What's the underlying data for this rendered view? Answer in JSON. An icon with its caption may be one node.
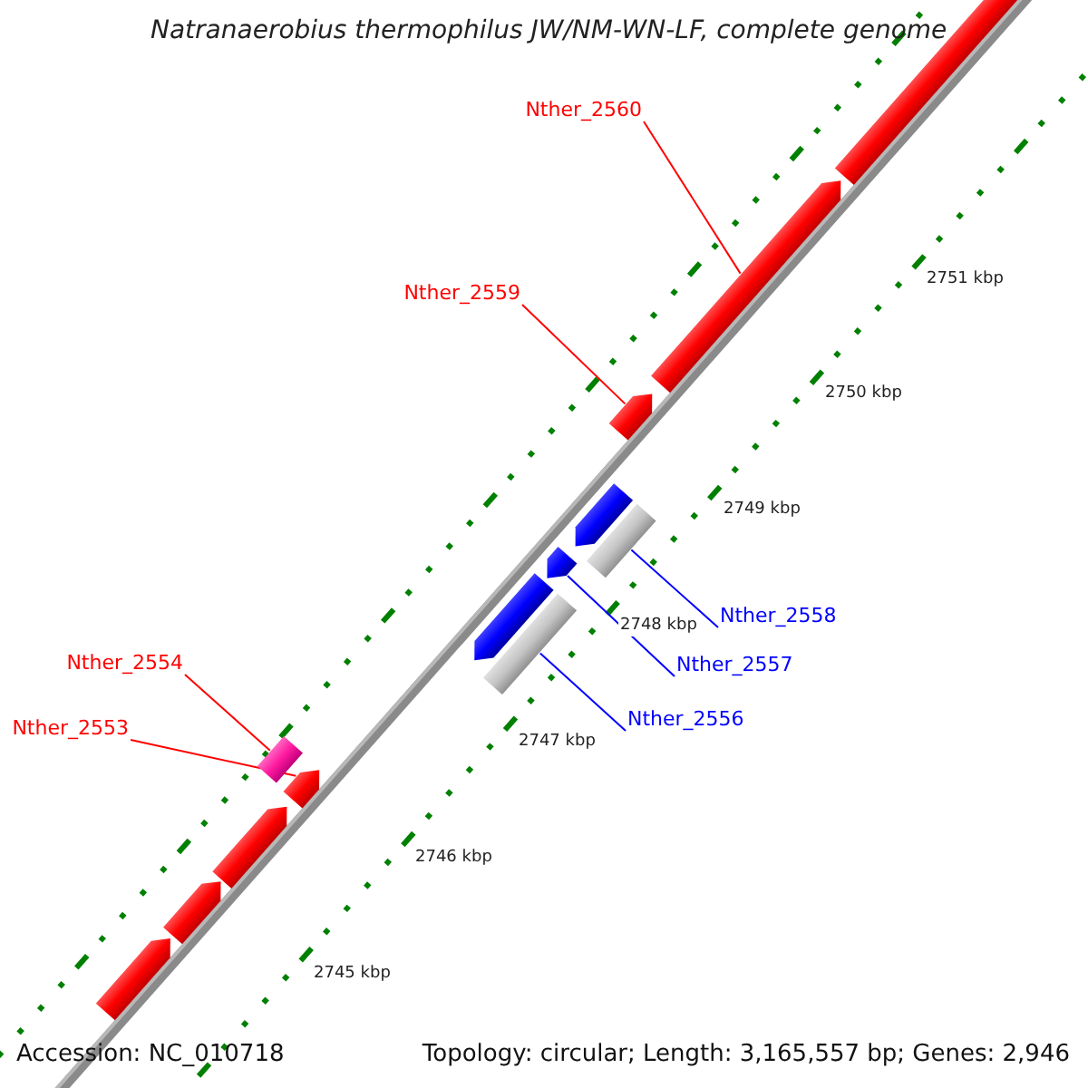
{
  "diagram": {
    "title": "Natranaerobius thermophilus JW/NM-WN-LF, complete genome",
    "nodes": [
      {
        "text": [
          "Nther_2560"
        ]
      },
      {
        "text": [
          "Nther_2559"
        ]
      },
      {
        "text": [
          "Nther_2558"
        ]
      },
      {
        "text": [
          "Nther_2554"
        ]
      },
      {
        "text": [
          "Nther_2557"
        ]
      },
      {
        "text": [
          "Nther_2553"
        ]
      },
      {
        "text": [
          "Nther_2556"
        ]
      },
      {
        "text": [],
        "shape": "pentagon"
      },
      {
        "text": [],
        "shape": "pentagon"
      },
      {
        "text": [],
        "shape": "pentagon"
      },
      {
        "text": [],
        "shape": "pentagon"
      },
      {
        "text": [],
        "shape": "bar"
      },
      {
        "text": [],
        "shape": "pentagon"
      },
      {
        "text": [],
        "shape": "pentagon"
      },
      {
        "text": [],
        "shape": "bar"
      },
      {
        "text": [],
        "shape": "box"
      },
      {
        "text": [],
        "shape": "pentagon"
      },
      {
        "text": [],
        "shape": "pentagon"
      },
      {
        "text": [],
        "shape": "pentagon"
      },
      {
        "text": [],
        "shape": "pentagon"
      }
    ],
    "edges": [
      {
        "from": 0,
        "to": 8,
        "arrow": "none"
      },
      {
        "from": 1,
        "to": 9,
        "arrow": "none"
      },
      {
        "from": 2,
        "to": 11,
        "arrow": "none",
        "color": "#0000ff"
      },
      {
        "from": 3,
        "to": 15,
        "arrow": "none"
      },
      {
        "from": 4,
        "to": 12,
        "arrow": "none",
        "color": "#0000ff"
      },
      {
        "from": 5,
        "to": 16,
        "arrow": "none"
      },
      {
        "from": 6,
        "to": 14,
        "arrow": "none",
        "color": "#0000ff"
      }
    ],
    "labels": [
      "2751 kbp",
      "2750 kbp",
      "2749 kbp",
      "2748 kbp",
      "2747 kbp",
      "2746 kbp",
      "2745 kbp",
      "Accession: NC_010718",
      "Topology: circular; Length: 3,165,557 bp; Genes: 2,946"
    ]
  }
}
